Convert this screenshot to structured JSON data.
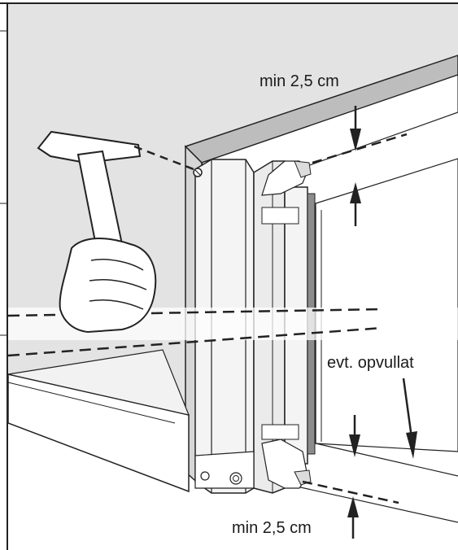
{
  "labels": {
    "top_clearance": "min 2,5 cm",
    "filler_note": "evt. opvullat",
    "bottom_clearance": "min 2,5 cm"
  }
}
